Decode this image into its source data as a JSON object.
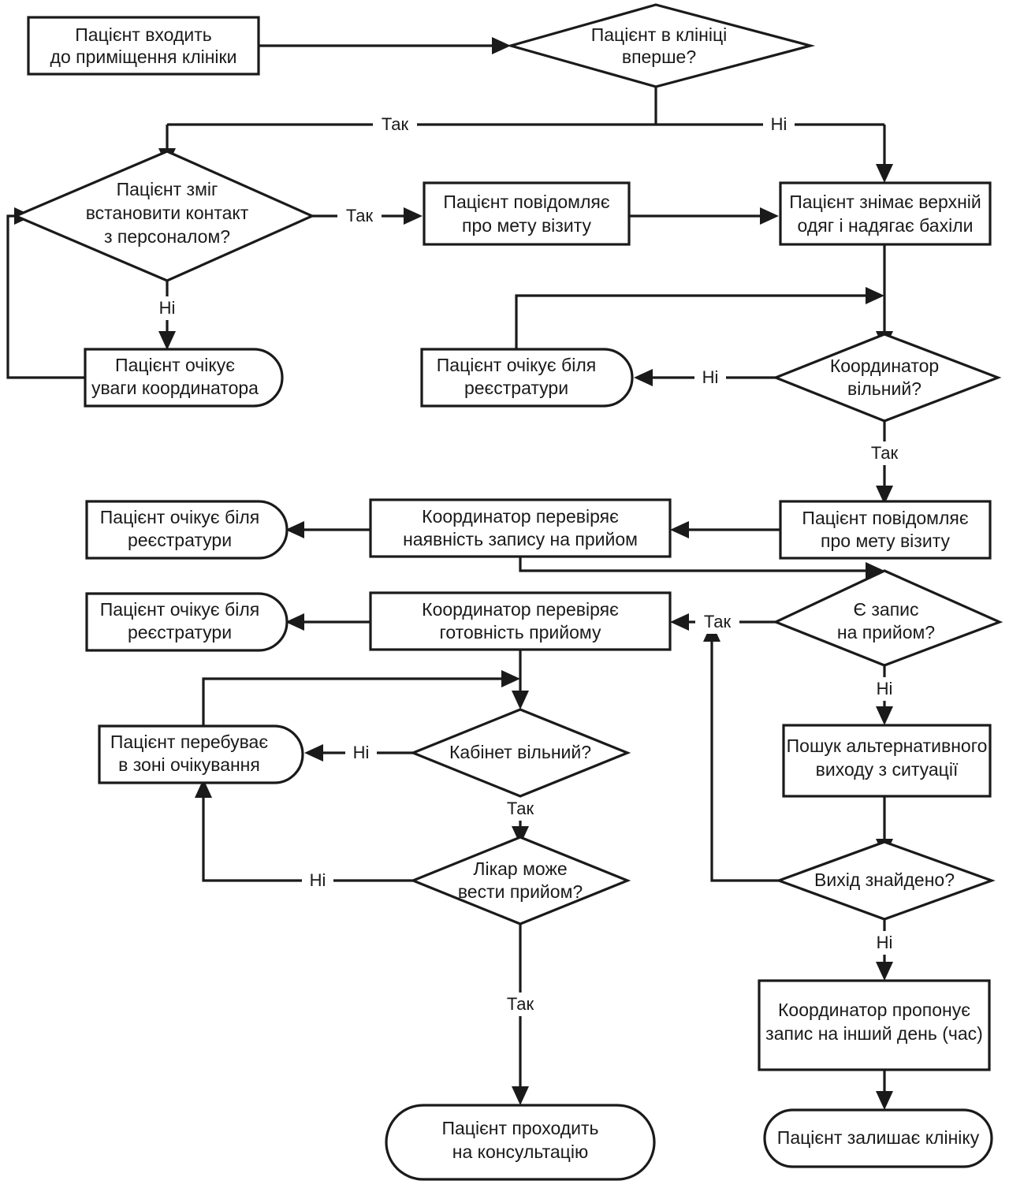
{
  "diagram": {
    "type": "flowchart",
    "language": "uk",
    "orientation": "top-to-bottom",
    "colors": {
      "stroke": "#1a1a1a",
      "fill": "#ffffff",
      "background": "#ffffff"
    },
    "edge_label_yes": "Так",
    "edge_label_no": "Ні",
    "nodes": [
      {
        "id": "n1",
        "shape": "process",
        "lines": [
          "Пацієнт входить",
          "до приміщення клініки"
        ]
      },
      {
        "id": "n2",
        "shape": "decision",
        "lines": [
          "Пацієнт в клініці",
          "вперше?"
        ]
      },
      {
        "id": "n3",
        "shape": "decision",
        "lines": [
          "Пацієнт зміг",
          "встановити контакт",
          "з персоналом?"
        ]
      },
      {
        "id": "n4",
        "shape": "process",
        "lines": [
          "Пацієнт повідомляє",
          "про мету візиту"
        ]
      },
      {
        "id": "n5",
        "shape": "process",
        "lines": [
          "Пацієнт знімає верхній",
          "одяг і надягає бахіли"
        ]
      },
      {
        "id": "n6",
        "shape": "delay",
        "lines": [
          "Пацієнт очікує",
          "уваги координатора"
        ]
      },
      {
        "id": "n7",
        "shape": "delay",
        "lines": [
          "Пацієнт очікує біля",
          "реєстратури"
        ]
      },
      {
        "id": "n8",
        "shape": "decision",
        "lines": [
          "Координатор",
          "вільний?"
        ]
      },
      {
        "id": "n9",
        "shape": "process",
        "lines": [
          "Пацієнт повідомляє",
          "про мету візиту"
        ]
      },
      {
        "id": "n10",
        "shape": "process",
        "lines": [
          "Координатор перевіряє",
          "наявність запису на прийом"
        ]
      },
      {
        "id": "n11",
        "shape": "delay",
        "lines": [
          "Пацієнт очікує біля",
          "реєстратури"
        ]
      },
      {
        "id": "n12",
        "shape": "decision",
        "lines": [
          "Є запис",
          "на прийом?"
        ]
      },
      {
        "id": "n13",
        "shape": "process",
        "lines": [
          "Координатор перевіряє",
          "готовність прийому"
        ]
      },
      {
        "id": "n14",
        "shape": "delay",
        "lines": [
          "Пацієнт очікує біля",
          "реєстратури"
        ]
      },
      {
        "id": "n15",
        "shape": "process",
        "lines": [
          "Пошук альтернативного",
          "виходу з ситуації"
        ]
      },
      {
        "id": "n16",
        "shape": "decision",
        "lines": [
          "Кабінет вільний?"
        ]
      },
      {
        "id": "n17",
        "shape": "delay",
        "lines": [
          "Пацієнт перебуває",
          "в зоні очікування"
        ]
      },
      {
        "id": "n18",
        "shape": "decision",
        "lines": [
          "Вихід знайдено?"
        ]
      },
      {
        "id": "n19",
        "shape": "decision",
        "lines": [
          "Лікар може",
          "вести прийом?"
        ]
      },
      {
        "id": "n20",
        "shape": "process",
        "lines": [
          "Координатор пропонує",
          "запис на інший день (час)"
        ]
      },
      {
        "id": "n21",
        "shape": "terminator",
        "lines": [
          "Пацієнт проходить",
          "на консультацію"
        ]
      },
      {
        "id": "n22",
        "shape": "terminator",
        "lines": [
          "Пацієнт залишає клініку"
        ]
      }
    ],
    "edges": [
      {
        "from": "n1",
        "to": "n2",
        "label": ""
      },
      {
        "from": "n2",
        "to": "n3",
        "label": "Так"
      },
      {
        "from": "n2",
        "to": "n5",
        "label": "Ні"
      },
      {
        "from": "n3",
        "to": "n4",
        "label": "Так"
      },
      {
        "from": "n3",
        "to": "n6",
        "label": "Ні"
      },
      {
        "from": "n6",
        "to": "n3",
        "label": ""
      },
      {
        "from": "n4",
        "to": "n5",
        "label": ""
      },
      {
        "from": "n5",
        "to": "n8",
        "label": ""
      },
      {
        "from": "n8",
        "to": "n7",
        "label": "Ні"
      },
      {
        "from": "n7",
        "to": "n8",
        "label": ""
      },
      {
        "from": "n8",
        "to": "n9",
        "label": "Так"
      },
      {
        "from": "n9",
        "to": "n10",
        "label": ""
      },
      {
        "from": "n10",
        "to": "n11",
        "label": ""
      },
      {
        "from": "n10",
        "to": "n12",
        "label": ""
      },
      {
        "from": "n12",
        "to": "n13",
        "label": "Так"
      },
      {
        "from": "n12",
        "to": "n15",
        "label": "Ні"
      },
      {
        "from": "n13",
        "to": "n14",
        "label": ""
      },
      {
        "from": "n13",
        "to": "n16",
        "label": ""
      },
      {
        "from": "n16",
        "to": "n17",
        "label": "Ні"
      },
      {
        "from": "n17",
        "to": "n16",
        "label": ""
      },
      {
        "from": "n16",
        "to": "n19",
        "label": "Так"
      },
      {
        "from": "n19",
        "to": "n17",
        "label": "Ні"
      },
      {
        "from": "n19",
        "to": "n21",
        "label": "Так"
      },
      {
        "from": "n15",
        "to": "n18",
        "label": ""
      },
      {
        "from": "n18",
        "to": "n13",
        "label": ""
      },
      {
        "from": "n18",
        "to": "n20",
        "label": "Ні"
      },
      {
        "from": "n20",
        "to": "n22",
        "label": ""
      }
    ]
  },
  "edge_labels": {
    "e_n2_yes": "Так",
    "e_n2_no": "Ні",
    "e_n3_yes": "Так",
    "e_n3_no": "Ні",
    "e_n8_no": "Ні",
    "e_n8_yes": "Так",
    "e_n12_yes": "Так",
    "e_n12_no": "Ні",
    "e_n16_no": "Ні",
    "e_n16_yes": "Так",
    "e_n19_no": "Ні",
    "e_n19_yes": "Так",
    "e_n18_no": "Ні"
  }
}
